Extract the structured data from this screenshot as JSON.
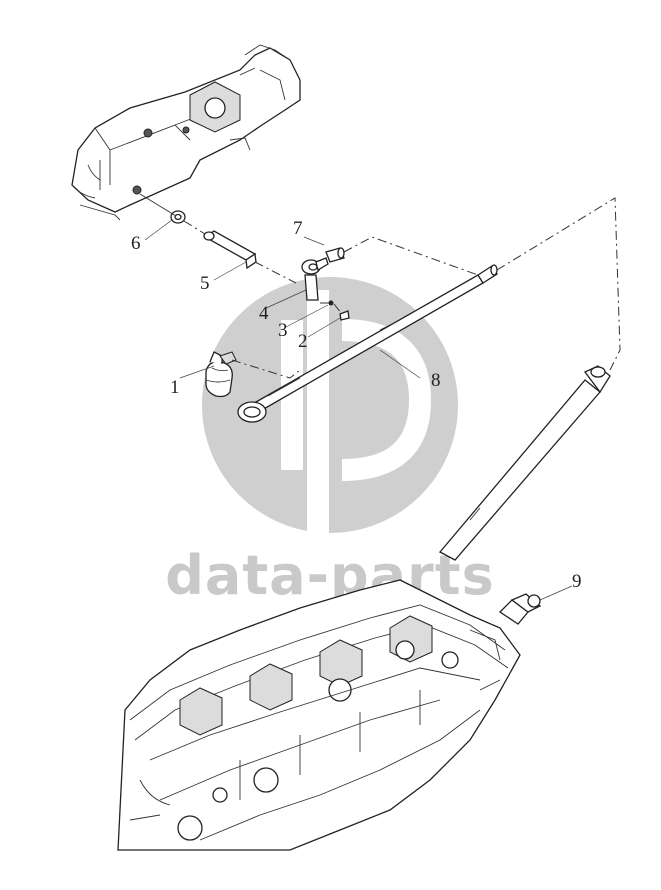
{
  "watermark": {
    "text": "data-parts",
    "logo_icon": "dp-logo-icon",
    "color": "#c9c9c9"
  },
  "callouts": [
    {
      "id": "1",
      "text": "1"
    },
    {
      "id": "2",
      "text": "2"
    },
    {
      "id": "3",
      "text": "3"
    },
    {
      "id": "4",
      "text": "4"
    },
    {
      "id": "5",
      "text": "5"
    },
    {
      "id": "6",
      "text": "6"
    },
    {
      "id": "7",
      "text": "7"
    },
    {
      "id": "8",
      "text": "8"
    },
    {
      "id": "9",
      "text": "9"
    }
  ]
}
